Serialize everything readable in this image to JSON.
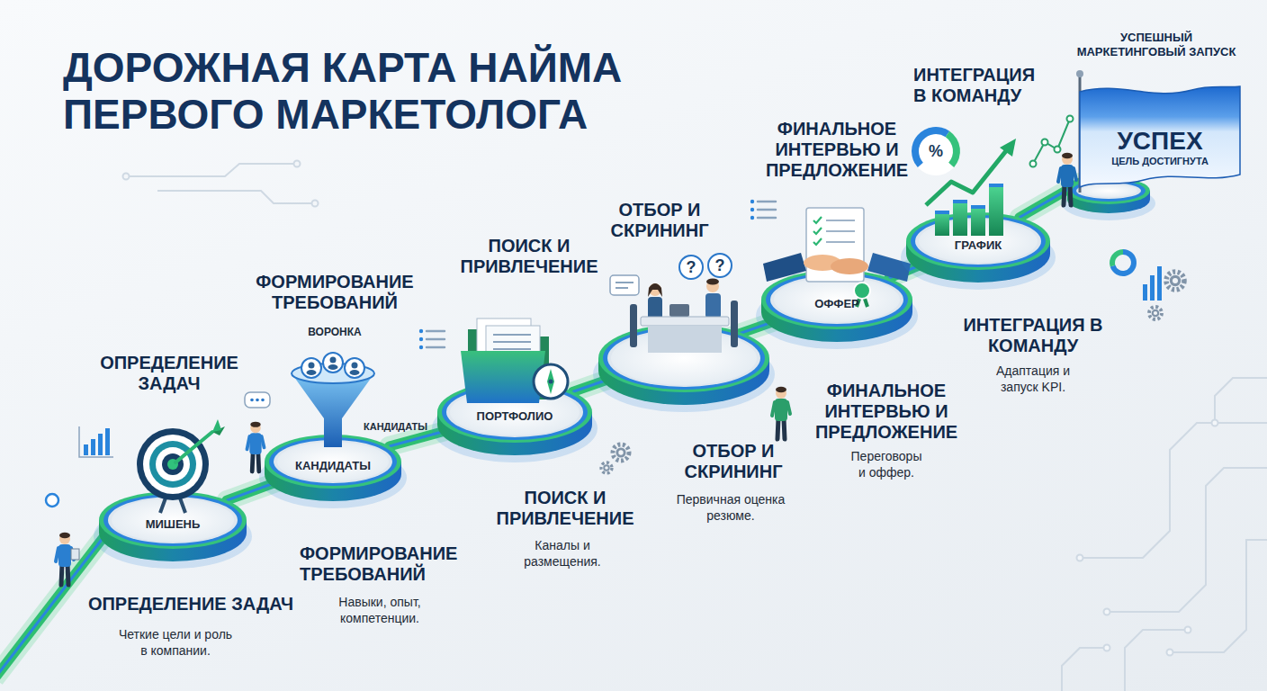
{
  "diagram": {
    "title": "ДОРОЖНАЯ КАРТА НАЙМА ПЕРВОГО МАРКЕТОЛОГА",
    "nodes": [
      {
        "text": [
          "МИШЕНЬ"
        ]
      },
      {
        "text": [
          "КАНДИДАТЫ"
        ]
      },
      {
        "text": [
          "ПОРТФОЛИО"
        ]
      },
      {
        "text": [
          "ОФФЕР"
        ]
      },
      {
        "text": [
          "ГРАФИК"
        ]
      },
      {
        "text": [
          "УСПЕХ",
          "ЦЕЛЬ ДОСТИГНУТА"
        ]
      }
    ],
    "edges": [
      {
        "from": 0,
        "to": 1,
        "arrow": "none"
      },
      {
        "from": 1,
        "to": 2,
        "arrow": "none"
      },
      {
        "from": 2,
        "to": 3,
        "arrow": "none"
      },
      {
        "from": 3,
        "to": 4,
        "arrow": "none"
      },
      {
        "from": 4,
        "to": 5,
        "arrow": "none"
      }
    ],
    "labels": [
      "ОПРЕДЕЛЕНИЕ ЗАДАЧ",
      "ФОРМИРОВАНИЕ ТРЕБОВАНИЙ",
      "ВОРОНКА",
      "КАНДИДАТЫ",
      "ПОИСК И ПРИВЛЕЧЕНИЕ",
      "?",
      "?",
      "ОТБОР И СКРИНИНГ",
      "ФИНАЛЬНОЕ ИНТЕРВЬЮ И ПРЕДЛОЖЕНИЕ",
      "%",
      "ИНТЕГРАЦИЯ В КОМАНДУ",
      "УСПЕШНЫЙ МАРКЕТИНГОВЫЙ ЗАПУСК",
      "ОПРЕДЕЛЕНИЕ ЗАДАЧ",
      "Четкие цели и роль в компании.",
      "ФОРМИРОВАНИЕ ТРЕБОВАНИЙ",
      "Навыки, опыт, компетенции.",
      "ПОИСК И ПРИВЛЕЧЕНИЕ",
      "Каналы и размещения.",
      "ОТБОР И СКРИНИНГ",
      "Первичная оценка резюме.",
      "ФИНАЛЬНОЕ ИНТЕРВЬЮ И ПРЕДЛОЖЕНИЕ",
      "Переговоры и оффер.",
      "ИНТЕГРАЦИЯ В КОМАНДУ",
      "Адаптация и запуск KPI."
    ]
  }
}
